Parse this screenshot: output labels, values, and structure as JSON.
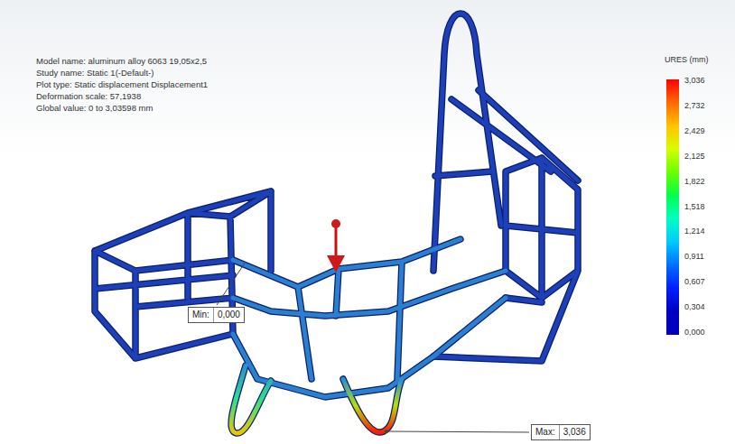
{
  "diagram": {
    "nodes": [
      {
        "text": [
          "Min:",
          "0,000"
        ]
      },
      {
        "text": [
          "Max:",
          "3,036"
        ]
      }
    ],
    "labels": [
      "Model name: aluminum alloy 6063 19,05x2,5",
      "Study name: Static 1(-Default-)",
      "Plot type: Static displacement Displacement1",
      "Deformation scale: 57,1938",
      "Global value: 0 to 3,03598 mm",
      "URES (mm)"
    ],
    "legend": [
      {
        "text": "3,036",
        "color": "#ff0000"
      },
      {
        "text": "2,732",
        "color": "#ff6a00"
      },
      {
        "text": "2,429",
        "color": "#ffc400"
      },
      {
        "text": "2,125",
        "color": "#d6ff00"
      },
      {
        "text": "1,822",
        "color": "#6aff00"
      },
      {
        "text": "1,518",
        "color": "#00ff4a"
      },
      {
        "text": "1,214",
        "color": "#00ffc0"
      },
      {
        "text": "0,911",
        "color": "#00ccff"
      },
      {
        "text": "0,607",
        "color": "#0070ff"
      },
      {
        "text": "0,304",
        "color": "#0020ff"
      },
      {
        "text": "0,000",
        "color": "#0000c0"
      }
    ]
  }
}
